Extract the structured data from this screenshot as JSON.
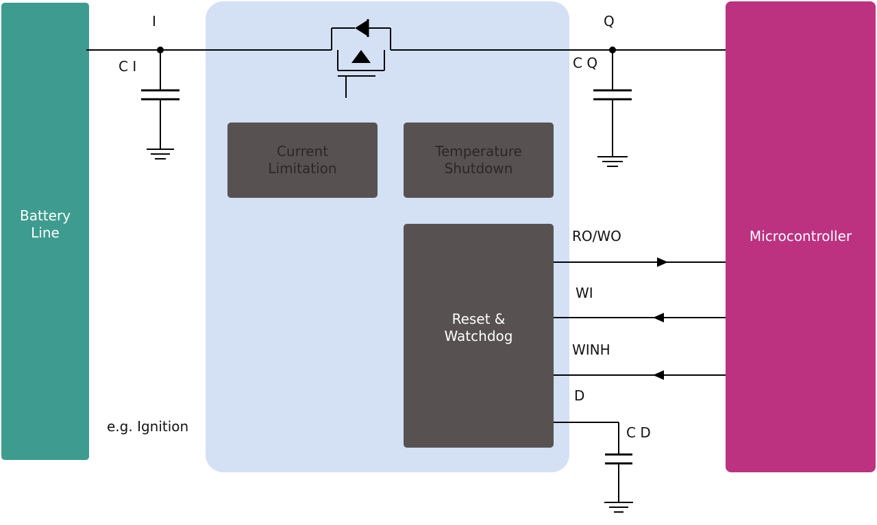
{
  "blocks": {
    "battery": [
      "Battery",
      "Line"
    ],
    "current_limitation": [
      "Current",
      "Limitation"
    ],
    "temperature_shutdown": [
      "Temperature",
      "Shutdown"
    ],
    "reset_watchdog": [
      "Reset &",
      "Watchdog"
    ],
    "microcontroller": "Microcontroller"
  },
  "pins": {
    "input": "I",
    "output": "Q",
    "ro_wo": "RO/WO",
    "wi": "WI",
    "winh": "WINH",
    "d": "D"
  },
  "capacitors": {
    "ci": "C I",
    "cq": "C Q",
    "cd": "C D"
  },
  "note": "e.g. Ignition",
  "colors": {
    "battery": "#3d9c8f",
    "chip_background": "#d4e0f4",
    "function_block": "#575251",
    "microcontroller": "#bc3281",
    "wire": "#000000"
  }
}
